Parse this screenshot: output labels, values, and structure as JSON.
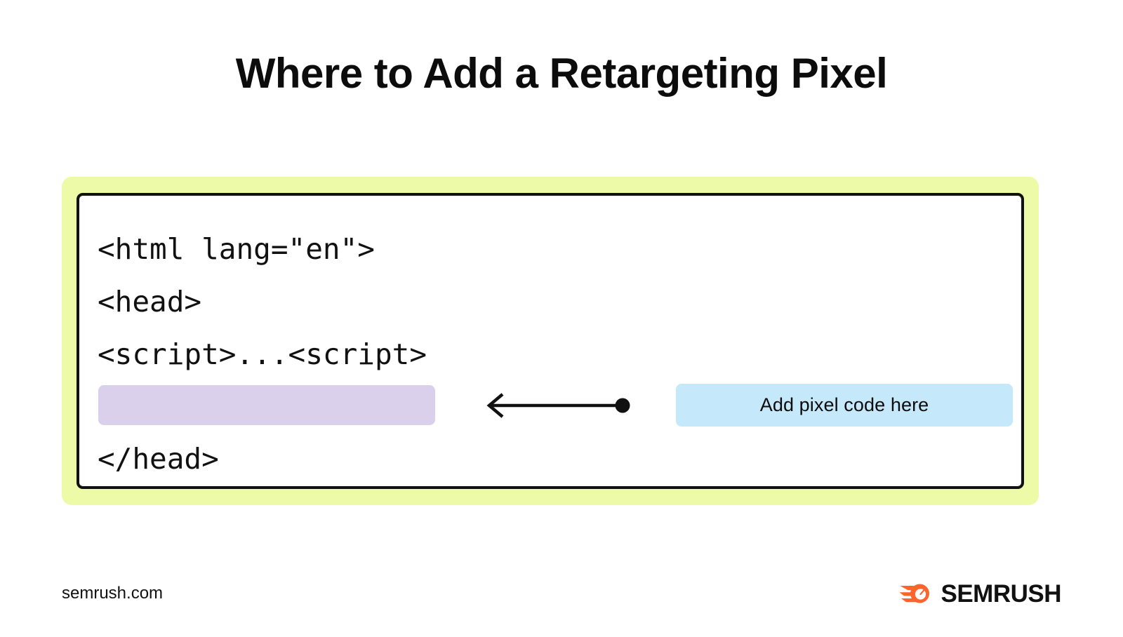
{
  "page": {
    "title": "Where to Add a Retargeting Pixel",
    "background_color": "#FFFFFF"
  },
  "code_card": {
    "frame_color": "#EDFAA8",
    "inner_background": "#FFFFFF",
    "border_color": "#111111",
    "lines": [
      {
        "text": "<html lang=\"en\">"
      },
      {
        "text": "<head>"
      },
      {
        "text": "<script>...<script>"
      },
      {
        "text": "</head>"
      }
    ],
    "placeholder_bar": {
      "color": "#DBD0EB",
      "label": ""
    }
  },
  "annotation": {
    "arrow": {
      "direction": "left",
      "style": "line-with-dot-tail",
      "color": "#111111"
    },
    "callout": {
      "label": "Add pixel code here",
      "background_color": "#C5E8FB",
      "text_color": "#0C0C0C"
    }
  },
  "footer": {
    "domain": "semrush.com",
    "brand": {
      "wordmark": "SEMRUSH",
      "mark_color": "#FF642D",
      "wordmark_color": "#111111"
    }
  }
}
